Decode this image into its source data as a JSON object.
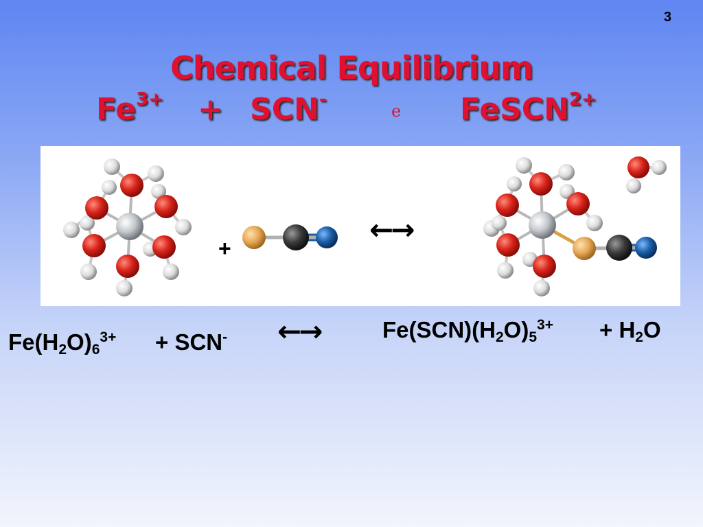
{
  "slide": {
    "number": "3",
    "title": "Chemical Equilibrium",
    "equation": {
      "reactant1": "Fe",
      "reactant1_charge": "3+",
      "plus": "+",
      "reactant2": "SCN",
      "reactant2_charge": "-",
      "equilibrium_symbol": "e",
      "product": "FeSCN",
      "product_charge": "2+"
    }
  },
  "diagram": {
    "plus": "+",
    "arrow": "←→"
  },
  "formulas": {
    "left": {
      "a": "Fe(H",
      "sub1": "2",
      "b": "O)",
      "sub2": "6",
      "sup": "3+"
    },
    "left_scn": {
      "a": "+ SCN",
      "sup": "-"
    },
    "arrow": "←→",
    "right": {
      "a": "Fe(SCN)(H",
      "sub1": "2",
      "b": "O)",
      "sub2": "5",
      "sup": "3+"
    },
    "right_water": {
      "a": "+ H",
      "sub": "2",
      "b": "O"
    }
  },
  "colors": {
    "title": "#e01030",
    "oxygen": "#d8231a",
    "hydrogen": "#e2e2e2",
    "iron": "#c4c8cc",
    "sulfur": "#e8a857",
    "carbon": "#3a3a3a",
    "nitrogen": "#1a5fa8"
  }
}
